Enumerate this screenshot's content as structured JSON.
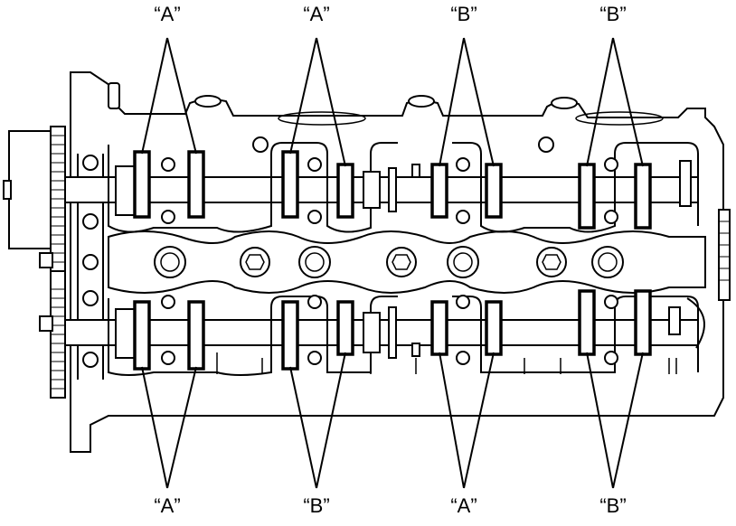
{
  "top_labels": [
    "“A”",
    "“A”",
    "“B”",
    "“B”"
  ],
  "bottom_labels": [
    "“A”",
    "“B”",
    "“A”",
    "“B”"
  ]
}
